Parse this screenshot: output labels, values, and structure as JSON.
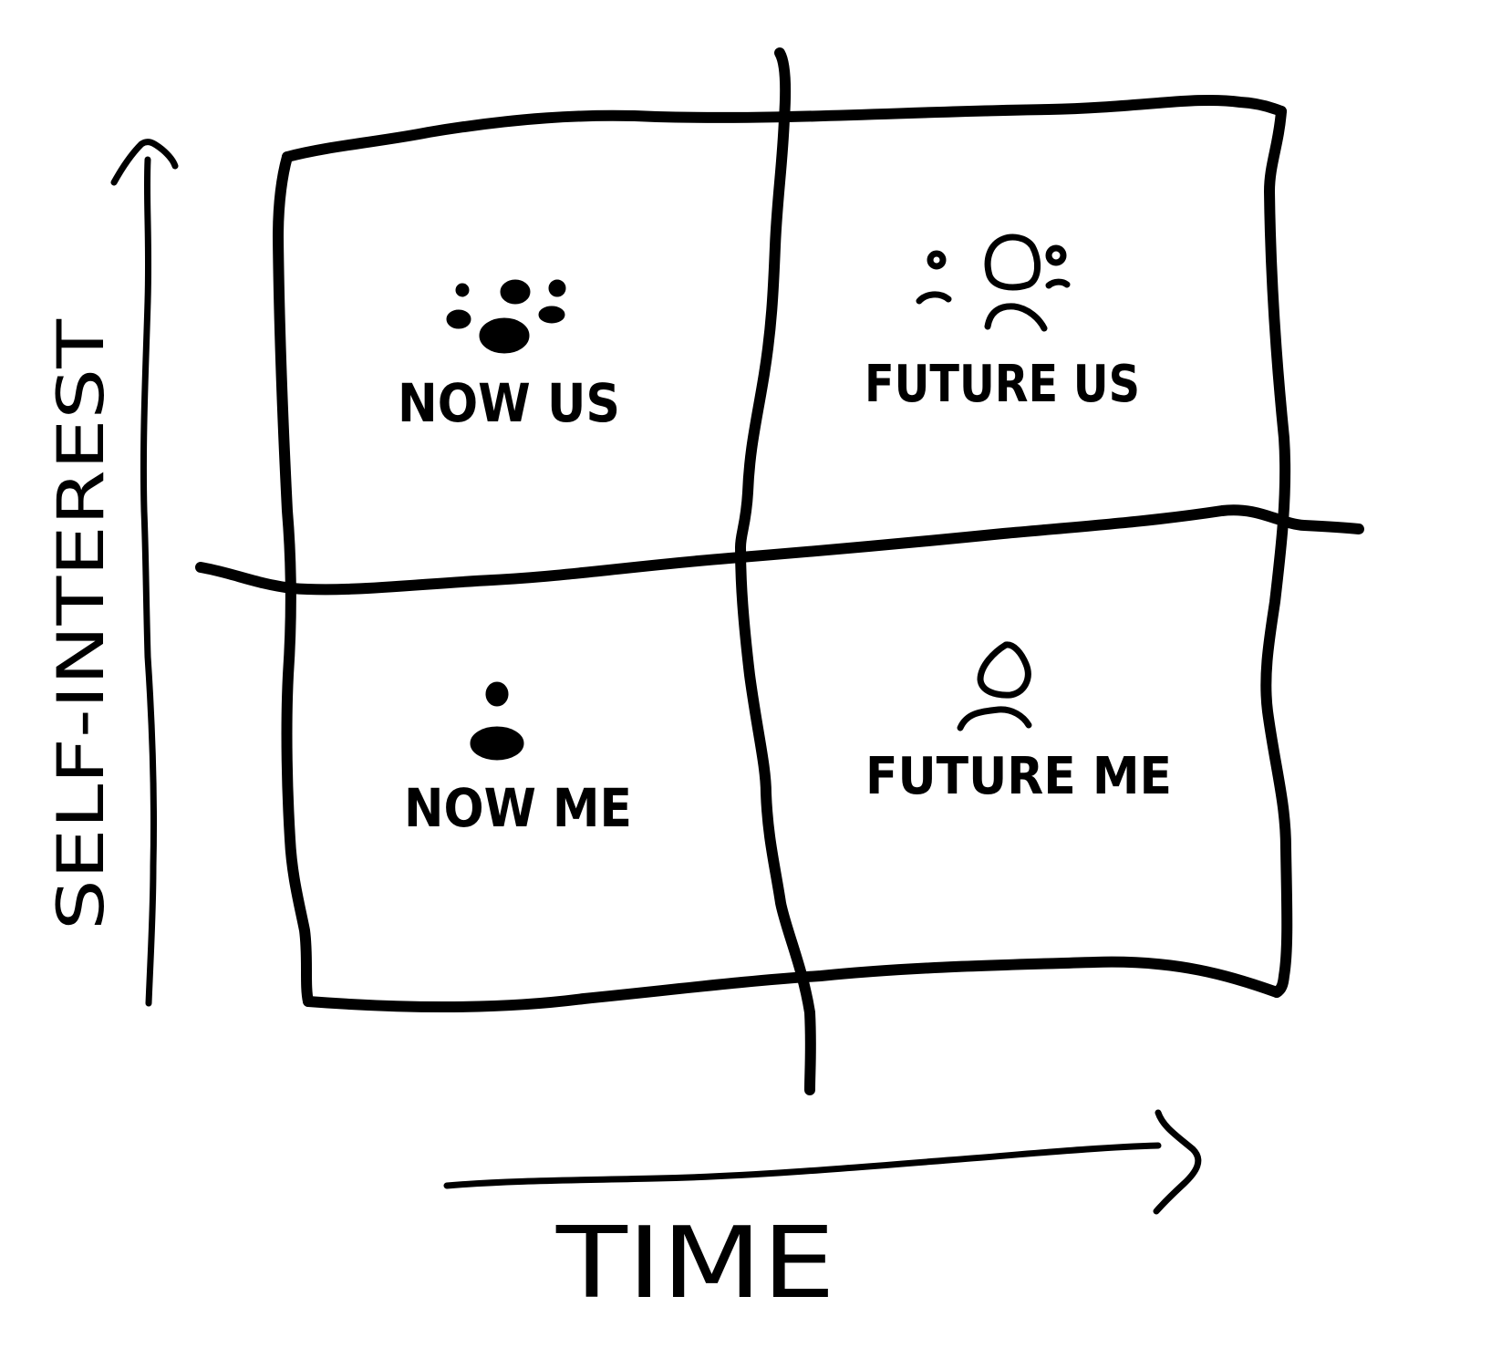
{
  "axes": {
    "x_label": "TIME",
    "y_label": "SELF-INTEREST"
  },
  "quadrants": {
    "top_left": {
      "label": "NOW US",
      "icon": "group-filled-icon"
    },
    "top_right": {
      "label": "FUTURE US",
      "icon": "group-outline-icon"
    },
    "bottom_left": {
      "label": "NOW ME",
      "icon": "person-filled-icon"
    },
    "bottom_right": {
      "label": "FUTURE ME",
      "icon": "person-outline-icon"
    }
  }
}
